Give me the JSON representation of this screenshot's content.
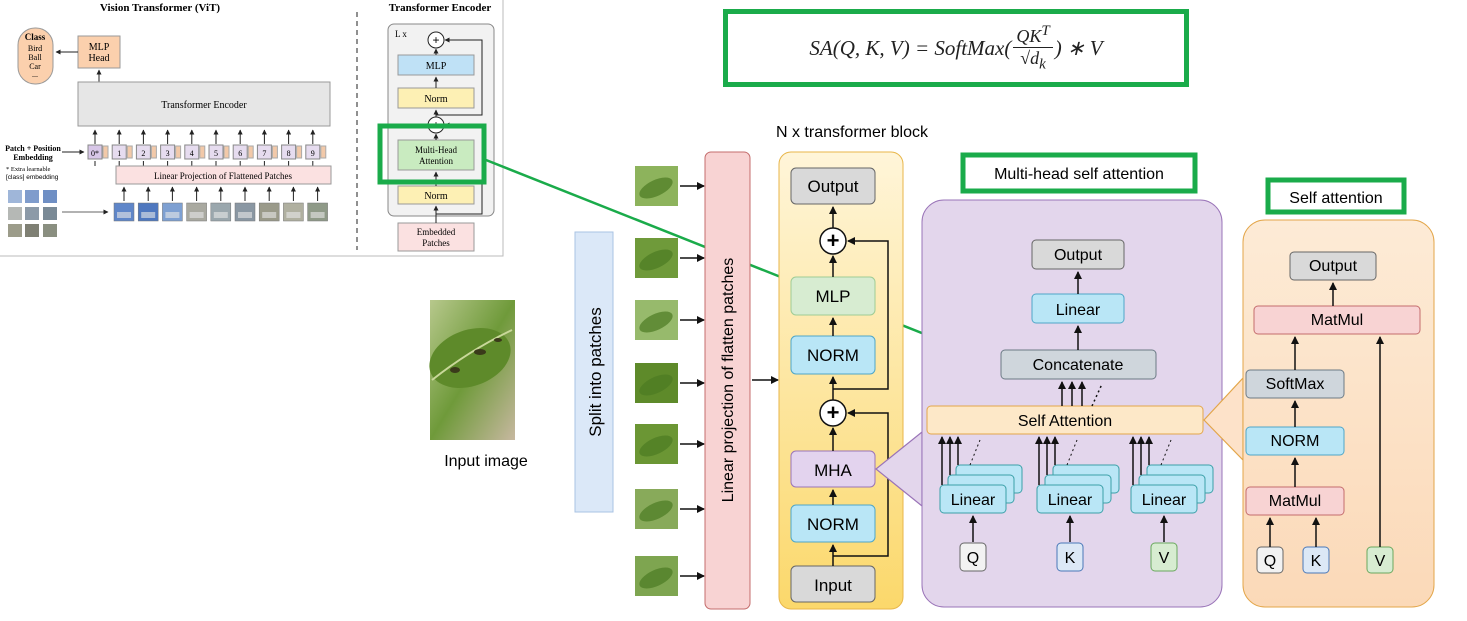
{
  "vit": {
    "title": "Vision Transformer (ViT)",
    "class_box": {
      "title": "Class",
      "items": [
        "Bird",
        "Ball",
        "Car",
        "..."
      ]
    },
    "mlp_head": [
      "MLP",
      "Head"
    ],
    "transformer_encoder": "Transformer Encoder",
    "patch_embedding_label": [
      "Patch + Position",
      "Embedding"
    ],
    "extra_note": [
      "* Extra learnable",
      "[class] embedding"
    ],
    "linear_projection": "Linear Projection of Flattened Patches",
    "tokens": [
      "0*",
      "1",
      "2",
      "3",
      "4",
      "5",
      "6",
      "7",
      "8",
      "9"
    ]
  },
  "encoder_panel": {
    "title": "Transformer Encoder",
    "repeat": "L x",
    "mlp": "MLP",
    "norm_top": "Norm",
    "mha": [
      "Multi-Head",
      "Attention"
    ],
    "norm_bottom": "Norm",
    "embedded": [
      "Embedded",
      "Patches"
    ]
  },
  "formula": {
    "lhs": "SA(Q, K, V) = SoftMax(",
    "num": "QK",
    "sup": "T",
    "den": "√d",
    "sub": "k",
    "rhs": ") ∗ V"
  },
  "input_label": "Input image",
  "split_label": "Split into patches",
  "projection_label": "Linear projection of flatten patches",
  "block_title": "N x transformer block",
  "block": {
    "output": "Output",
    "mlp": "MLP",
    "norm1": "NORM",
    "mha": "MHA",
    "norm2": "NORM",
    "input": "Input"
  },
  "mhsa": {
    "title": "Multi-head self attention",
    "output": "Output",
    "linear": "Linear",
    "concat": "Concatenate",
    "self_attention": "Self Attention",
    "linears": [
      "Linear",
      "Linear",
      "Linear"
    ],
    "inputs": [
      "Q",
      "K",
      "V"
    ]
  },
  "sa": {
    "title": "Self attention",
    "output": "Output",
    "matmul_top": "MatMul",
    "softmax": "SoftMax",
    "norm": "NORM",
    "matmul_bottom": "MatMul",
    "inputs": [
      "Q",
      "K",
      "V"
    ]
  },
  "colors": {
    "highlight_green": "#1aab4a",
    "gray": "#d9d9d9",
    "blue": "#b9e6f6",
    "pink": "#f8d3d3",
    "purple_bg": "#e3d6ec",
    "orange_bg": "#fde2c9"
  }
}
